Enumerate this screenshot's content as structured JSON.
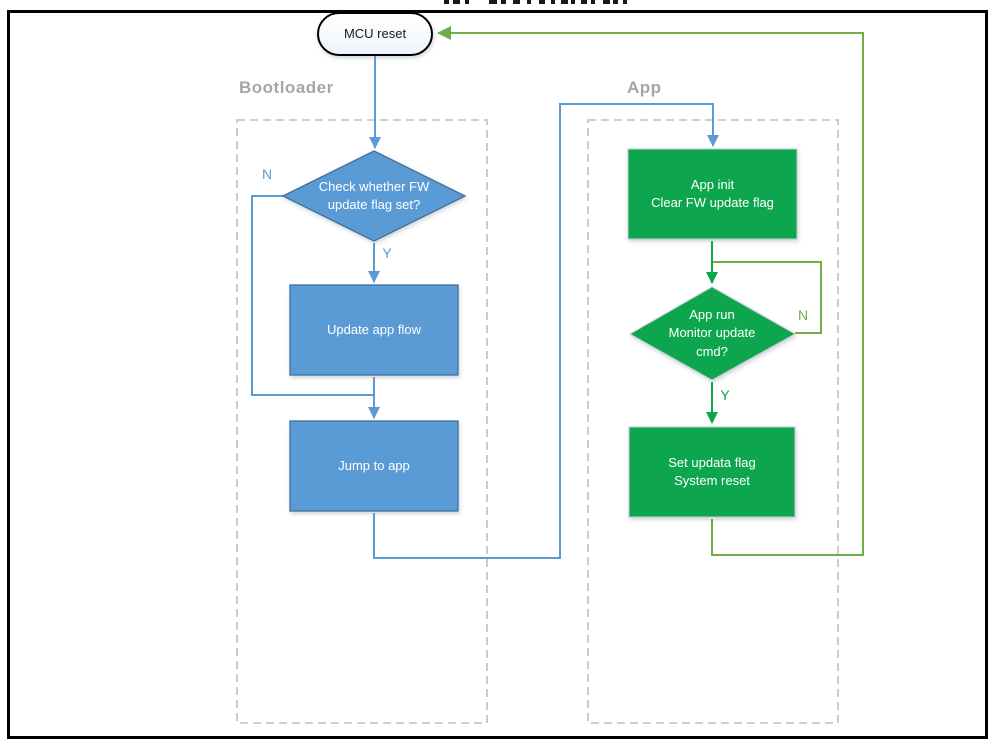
{
  "terminator": {
    "label": "MCU reset"
  },
  "sections": {
    "bootloader": {
      "title": "Bootloader"
    },
    "app": {
      "title": "App"
    }
  },
  "nodes": {
    "check_flag": {
      "lines": [
        "Check whether FW",
        "update flag set?"
      ]
    },
    "update_app": {
      "label": "Update app flow"
    },
    "jump_app": {
      "label": "Jump to app"
    },
    "app_init": {
      "lines": [
        "App init",
        "Clear FW update flag"
      ]
    },
    "app_run": {
      "lines": [
        "App run",
        "Monitor update",
        "cmd?"
      ]
    },
    "set_flag": {
      "lines": [
        "Set updata flag",
        "System reset"
      ]
    }
  },
  "edge_labels": {
    "bootloader_no": "N",
    "bootloader_yes": "Y",
    "app_no": "N",
    "app_yes": "Y"
  },
  "colors": {
    "blue_fill": "#5b9bd5",
    "blue_border": "#41719c",
    "blue_line": "#5b9bd5",
    "green_fill": "#0da64f",
    "green_line": "#0da64f",
    "olive_line": "#70ad47",
    "section_label_gray": "#a6a6a6",
    "dashed_border_gray": "#bfbfbf",
    "frame_black": "#000000"
  },
  "top_fragments": [
    [
      444,
      5
    ],
    [
      453,
      7
    ],
    [
      465,
      4
    ],
    [
      489,
      8
    ],
    [
      501,
      5
    ],
    [
      513,
      7
    ],
    [
      527,
      4
    ],
    [
      539,
      6
    ],
    [
      551,
      4
    ],
    [
      561,
      7
    ],
    [
      571,
      4
    ],
    [
      581,
      6
    ],
    [
      591,
      4
    ],
    [
      603,
      7
    ],
    [
      613,
      5
    ],
    [
      623,
      4
    ]
  ]
}
